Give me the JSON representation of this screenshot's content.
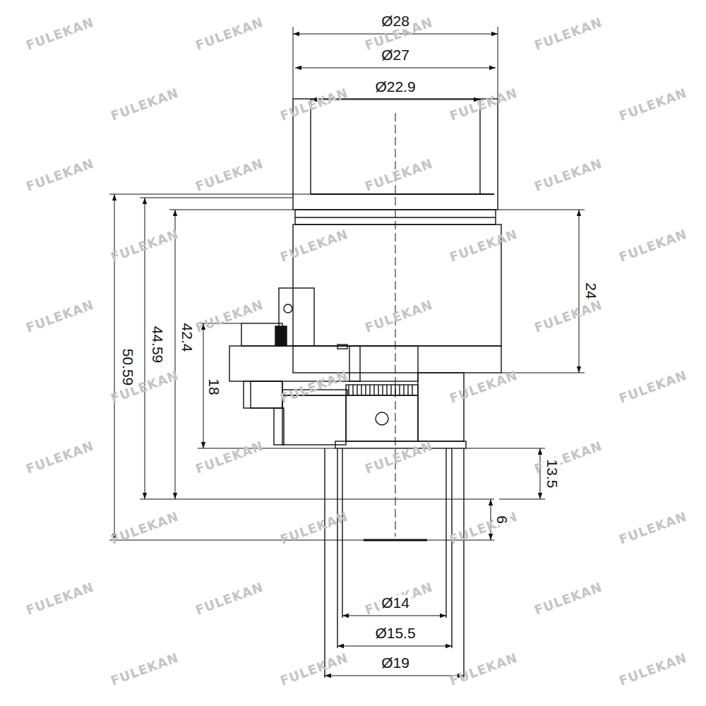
{
  "diagram": {
    "labels": [
      "Ø28",
      "Ø27",
      "Ø22.9",
      "24",
      "50.59",
      "44.59",
      "42.4",
      "18",
      "13.5",
      "6",
      "Ø14",
      "Ø15.5",
      "Ø19",
      "FULEKAN",
      "FULEKAN",
      "FULEKAN",
      "FULEKAN",
      "FULEKAN",
      "FULEKAN",
      "FULEKAN",
      "FULEKAN",
      "FULEKAN",
      "FULEKAN",
      "FULEKAN",
      "FULEKAN",
      "FULEKAN",
      "FULEKAN",
      "FULEKAN",
      "FULEKAN",
      "FULEKAN",
      "FULEKAN",
      "FULEKAN",
      "FULEKAN",
      "FULEKAN",
      "FULEKAN",
      "FULEKAN",
      "FULEKAN",
      "FULEKAN",
      "FULEKAN",
      "FULEKAN",
      "FULEKAN",
      "FULEKAN",
      "FULEKAN",
      "FULEKAN",
      "FULEKAN",
      "FULEKAN",
      "FULEKAN",
      "FULEKAN",
      "FULEKAN",
      "FULEKAN",
      "FULEKAN",
      "FULEKAN",
      "FULEKAN"
    ]
  }
}
